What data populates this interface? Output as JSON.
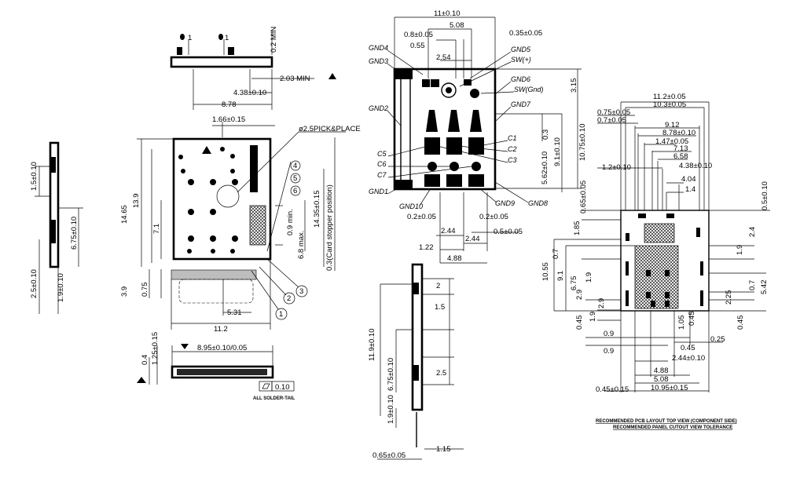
{
  "top_side_view": {
    "dims": [
      "1",
      "1",
      "0.2 MIN",
      "2.03 MIN",
      "4.38±0.10",
      "8.78"
    ]
  },
  "left_side_view": {
    "dims": [
      "1.5±0.10",
      "6.75±0.10",
      "2.5±0.10",
      "1.9±0.10"
    ]
  },
  "main_top_view": {
    "dims": [
      "1.66±0.15",
      "14.65",
      "13.9",
      "7.1",
      "0.9 min.",
      "6.8 max.",
      "14.35±0.15",
      "0.3(Card stopper position)",
      "3.9",
      "0.75",
      "5.31",
      "11.2"
    ],
    "pick_place": "ø2.5PICK&PLACE",
    "balloons": [
      "4",
      "5",
      "6",
      "3",
      "2",
      "1"
    ]
  },
  "front_view": {
    "dims": [
      "8.95±0.10/0.05",
      "0.4",
      "1.25±0.15",
      "0.10"
    ],
    "note": "ALL SOLDER-TAIL"
  },
  "pin_view": {
    "dims": [
      "11±0.10",
      "5.08",
      "0.8±0.05",
      "0.55",
      "0.35±0.05",
      "2.54",
      "3.15",
      "0.3",
      "9.1±0.10",
      "10.75±0.10",
      "5.62±0.10",
      "0.2±0.05",
      "0.2±0.05",
      "0.5±0.05",
      "2.44",
      "2.44",
      "1.22",
      "4.88"
    ],
    "pins": [
      "GND4",
      "GND3",
      "GND5",
      "SW(+)",
      "GND6",
      "SW(Gnd)",
      "GND2",
      "GND7",
      "C1",
      "C2",
      "C3",
      "C5",
      "C6",
      "C7",
      "GND1",
      "GND10",
      "GND9",
      "GND8"
    ]
  },
  "side_view_2": {
    "dims": [
      "2",
      "1.5",
      "11.9±0.10",
      "6.75±0.10",
      "2.5",
      "1.9±0.10",
      "1.15",
      "0.65±0.05"
    ]
  },
  "footprint": {
    "dims": [
      "11.2±0.05",
      "10.3±0.05",
      "0.75±0.05",
      "0.7±0.05",
      "9.12",
      "8.78±0.10",
      "1.47±0.05",
      "7.13",
      "6.58",
      "1.2±0.10",
      "4.38±0.10",
      "4.04",
      "1.4",
      "0.65±0.05",
      "0.5±0.10",
      "1.85",
      "2.4",
      "0.7",
      "1.9",
      "10.55",
      "9.1",
      "6.75",
      "1.9",
      "0.7",
      "5.42",
      "2.9",
      "2.25",
      "2.9",
      "0.45",
      "1.9",
      "1.05",
      "0.45",
      "0.45",
      "0.9",
      "0.45",
      "0.25",
      "0.9",
      "2.44±0.10",
      "4.88",
      "5.08",
      "0.45±0.15",
      "10.95±0.15"
    ],
    "note_line1": "RECOMMENDED PCB LAYOUT TOP VIEW (COMPONENT SIDE)",
    "note_line2": "RECOMMENDED PANEL CUTOUT VIEW TOLERANCE"
  }
}
